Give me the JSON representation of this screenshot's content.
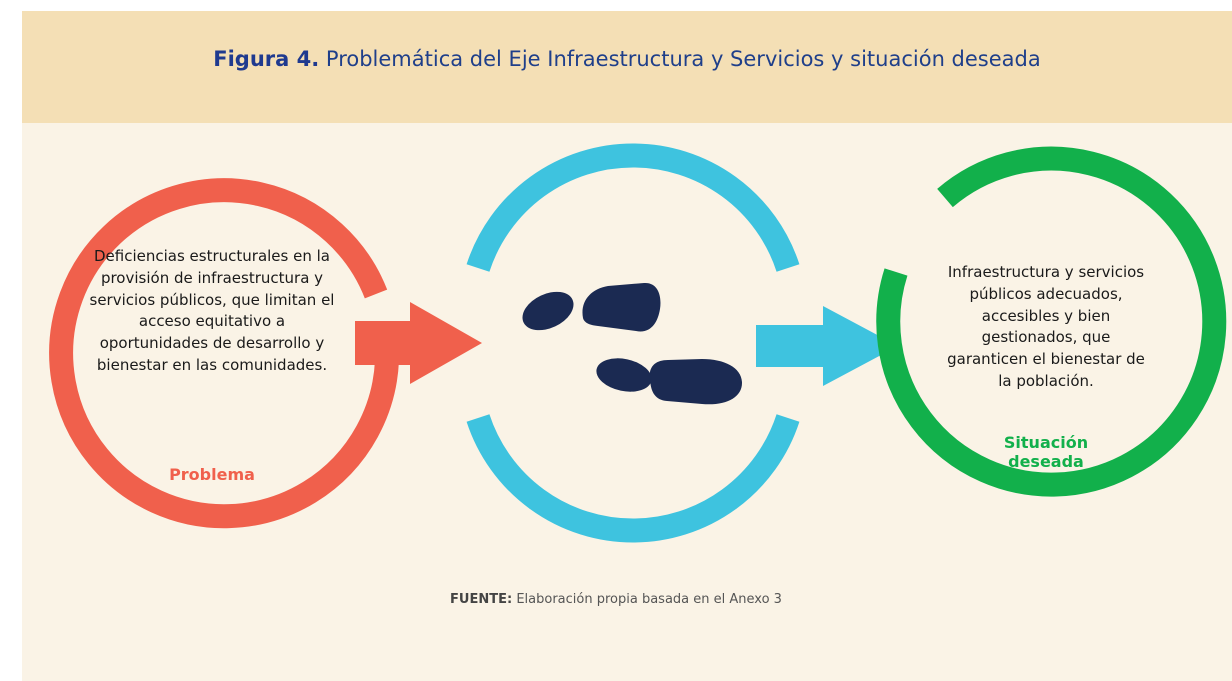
{
  "header": {
    "figure_label": "Figura 4.",
    "title": "Problemática del Eje Infraestructura y Servicios y situación deseada"
  },
  "nodes": {
    "problem": {
      "text": "Deficiencias estructurales en la provisión de infraestructura y servicios públicos, que limitan el acceso equitativo a oportunidades de desarrollo y bienestar en las comunidades.",
      "label": "Problema",
      "color": "#f0604c"
    },
    "transition": {
      "icon": "footprints-icon",
      "color": "#3ec3df",
      "icon_color": "#1b2a52"
    },
    "desired": {
      "text": "Infraestructura y servicios públicos adecuados, accesibles y bien gestionados, que garanticen el bienestar de la población.",
      "label": "Situación deseada",
      "color": "#12b04b"
    }
  },
  "source": {
    "label": "FUENTE:",
    "text": "Elaboración propia basada en el Anexo 3"
  }
}
